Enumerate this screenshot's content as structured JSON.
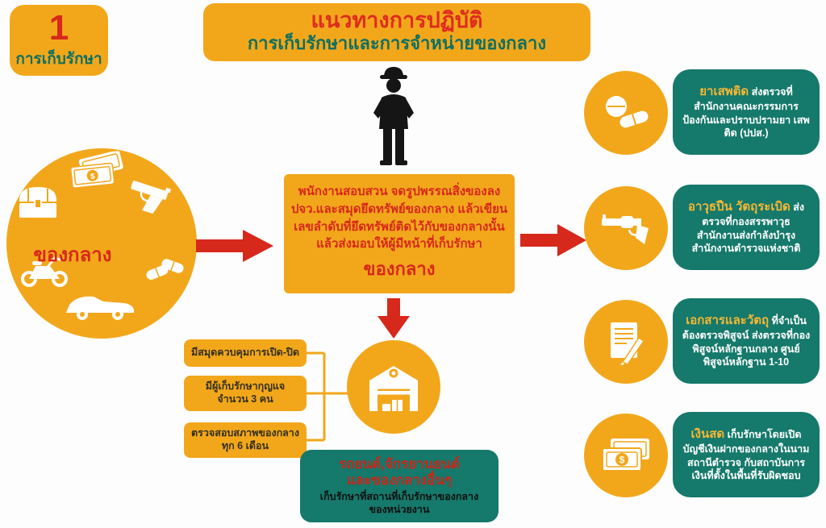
{
  "colors": {
    "yellow": "#F2A71B",
    "teal": "#15796B",
    "red": "#D7281C",
    "silhouette": "#151515"
  },
  "badge": {
    "number": "1",
    "label": "การเก็บรักษา"
  },
  "header": {
    "title": "แนวทางการปฏิบัติ",
    "subtitle": "การเก็บรักษาและการจำหน่ายของกลาง"
  },
  "officer": {
    "icon": "police-officer-icon"
  },
  "evidence": {
    "label": "ของกลาง",
    "icons": [
      "banknotes-icon",
      "treasure-chest-icon",
      "pistol-icon",
      "pills-icon",
      "motorcycle-icon",
      "car-icon"
    ]
  },
  "process": {
    "text": "พนักงานสอบสวน จดรูปพรรณสิ่งของลง\nปจว.และสมุดยึดทรัพย์ของกลาง แล้วเขียน\nเลขลำดับที่ยึดทรัพย์ติดไว้กับของกลางนั้น\nแล้วส่งมอบให้ผู้มีหน้าที่เก็บรักษา",
    "highlight": "ของกลาง"
  },
  "storage_rules": [
    "มีสมุดควบคุมการเปิด-ปิด",
    "มีผู้เก็บรักษากุญแจ\nจำนวน 3 คน",
    "ตรวจสอบสภาพของกลาง\nทุก 6 เดือน"
  ],
  "warehouse": {
    "icon": "warehouse-icon"
  },
  "vehicle_note": {
    "title": "รถยนต์,จักรยานยนต์\nและของกลางอื่นๆ",
    "text": "เก็บรักษาที่สถานที่เก็บรักษาของกลาง\nของหน่วยงาน"
  },
  "right_items": [
    {
      "icon": "drugs-icon",
      "title": "ยาเสพติด",
      "text": "ส่งตรวจที่ สำนักงานคณะกรรมการ ป้องกันและปราบปรามยา เสพติด (ปปส.)"
    },
    {
      "icon": "revolver-icon",
      "title": "อาวุธปืน วัตถุระเบิด",
      "text": "ส่งตรวจที่กองสรรพาวุธ สำนักงานส่งกำลังบำรุง สำนักงานตำรวจแห่งชาติ"
    },
    {
      "icon": "documents-icon",
      "title": "เอกสารและวัตถุ",
      "text": "ที่จำเป็นต้องตรวจพิสูจน์ ส่งตรวจที่กองพิสูจน์หลักฐานกลาง ศูนย์พิสูจน์หลักฐาน 1-10"
    },
    {
      "icon": "cash-icon",
      "title": "เงินสด",
      "text": "เก็บรักษาโดยเปิดบัญชีเงินฝากของกลางในนามสถานีตำรวจ กับสถาบันการเงินที่ตั้งในพื้นที่รับผิดชอบ"
    }
  ]
}
